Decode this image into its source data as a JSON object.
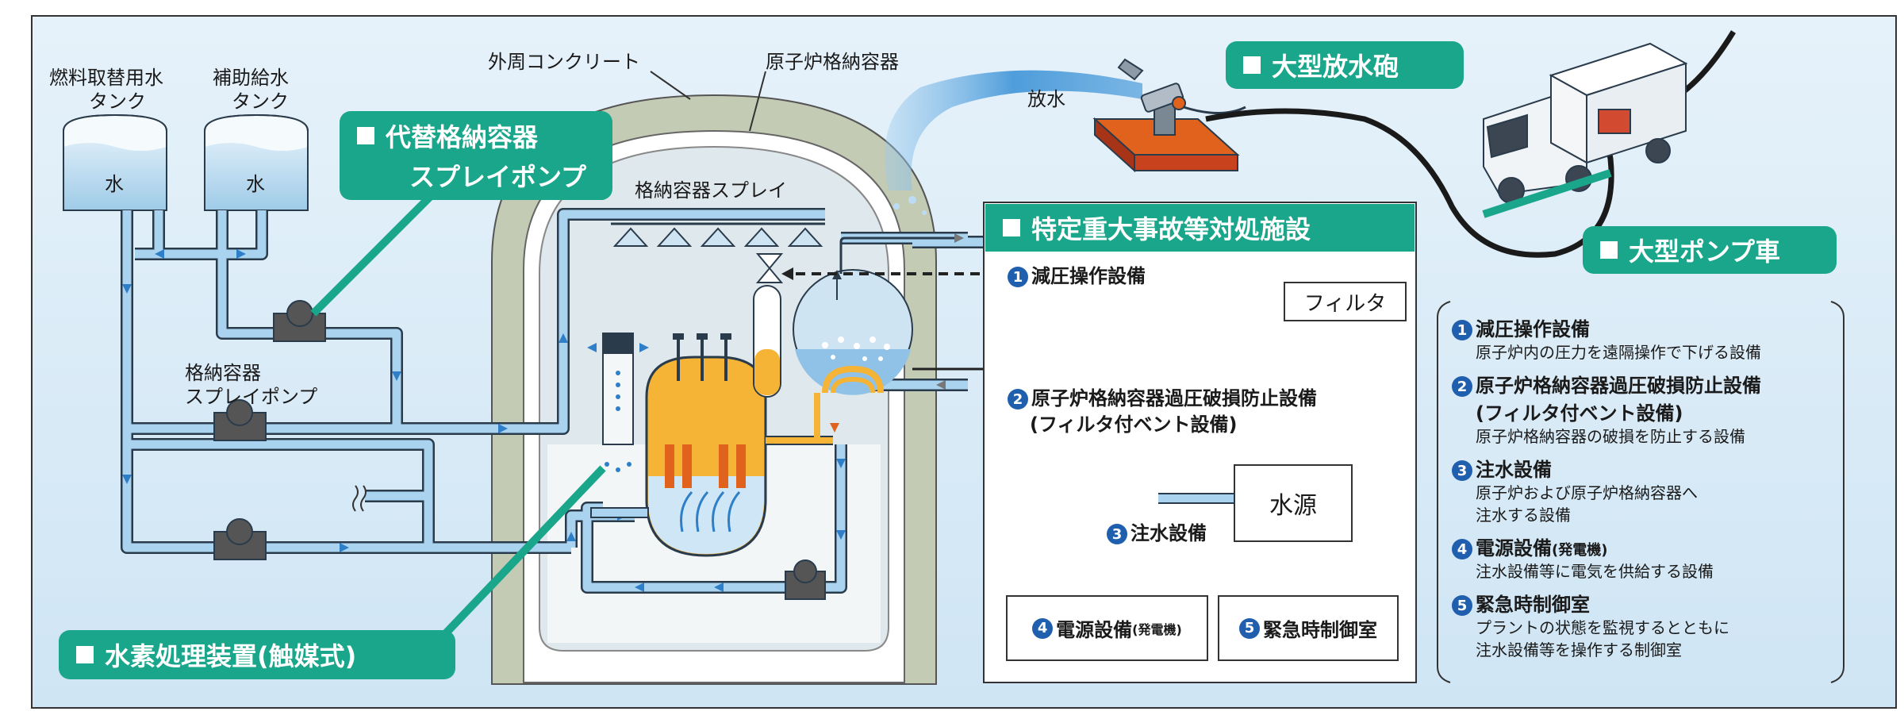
{
  "tanks": {
    "fuel_tank_label_1": "燃料取替用水",
    "fuel_tank_label_2": "タンク",
    "aux_tank_label_1": "補助給水",
    "aux_tank_label_2": "タンク",
    "water": "水"
  },
  "labels": {
    "outer_concrete": "外周コンクリート",
    "containment_vessel": "原子炉格納容器",
    "containment_spray": "格納容器スプレイ",
    "spray_pump_1": "格納容器",
    "spray_pump_2": "スプレイポンプ",
    "water_discharge": "放水"
  },
  "tags": {
    "alt_spray_pump_1": "代替格納容器",
    "alt_spray_pump_2": "スプレイポンプ",
    "hydrogen": "水素処理装置(触媒式)",
    "water_cannon": "大型放水砲",
    "pump_truck": "大型ポンプ車"
  },
  "facility": {
    "title": "特定重大事故等対処施設",
    "filter": "フィルタ",
    "water_source": "水源",
    "item1": {
      "num": "1",
      "label": "減圧操作設備"
    },
    "item2": {
      "num": "2",
      "label_1": "原子炉格納容器過圧破損防止設備",
      "label_2": "(フィルタ付ベント設備)"
    },
    "item3": {
      "num": "3",
      "label": "注水設備"
    },
    "item4": {
      "num": "4",
      "label": "電源設備",
      "sub": "(発電機)"
    },
    "item5": {
      "num": "5",
      "label": "緊急時制御室"
    }
  },
  "legend": [
    {
      "num": "1",
      "title": "減圧操作設備",
      "title_sub": "",
      "desc": [
        "原子炉内の圧力を遠隔操作で下げる設備"
      ]
    },
    {
      "num": "2",
      "title": "原子炉格納容器過圧破損防止設備",
      "title_sub": "",
      "title_2": "(フィルタ付ベント設備)",
      "desc": [
        "原子炉格納容器の破損を防止する設備"
      ]
    },
    {
      "num": "3",
      "title": "注水設備",
      "title_sub": "",
      "desc": [
        "原子炉および原子炉格納容器へ",
        "注水する設備"
      ]
    },
    {
      "num": "4",
      "title": "電源設備",
      "title_sub": "(発電機)",
      "desc": [
        "注水設備等に電気を供給する設備"
      ]
    },
    {
      "num": "5",
      "title": "緊急時制御室",
      "title_sub": "",
      "desc": [
        "プラントの状態を監視するとともに",
        "注水設備等を操作する制御室"
      ]
    }
  ],
  "colors": {
    "background": "#dcedf8",
    "pipe": "#a9d3ef",
    "pipe_edge": "#2a3b4c",
    "accent_green": "#1aa68a",
    "number_blue": "#1f5fae",
    "core_orange": "#f6b436",
    "concrete": "#c4cbb4",
    "cannon_red": "#d24a30"
  }
}
